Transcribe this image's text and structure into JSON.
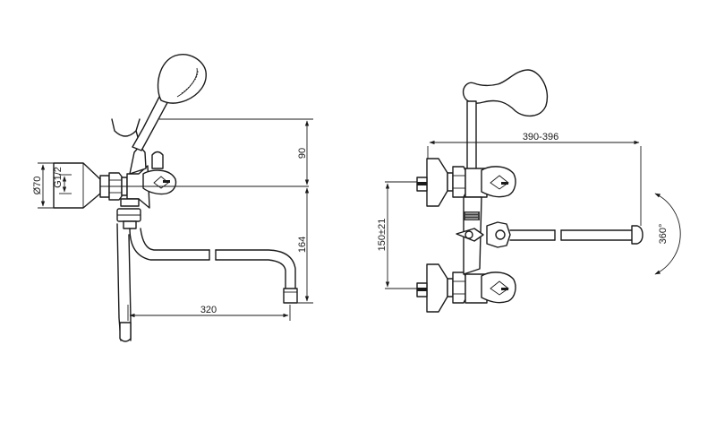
{
  "dimensions": {
    "diameter": "Ø70",
    "thread": "G1/2",
    "height_upper": "90",
    "height_lower": "164",
    "spout_length": "320",
    "total_width": "390-396",
    "center_distance": "150±21",
    "rotation": "360°"
  }
}
